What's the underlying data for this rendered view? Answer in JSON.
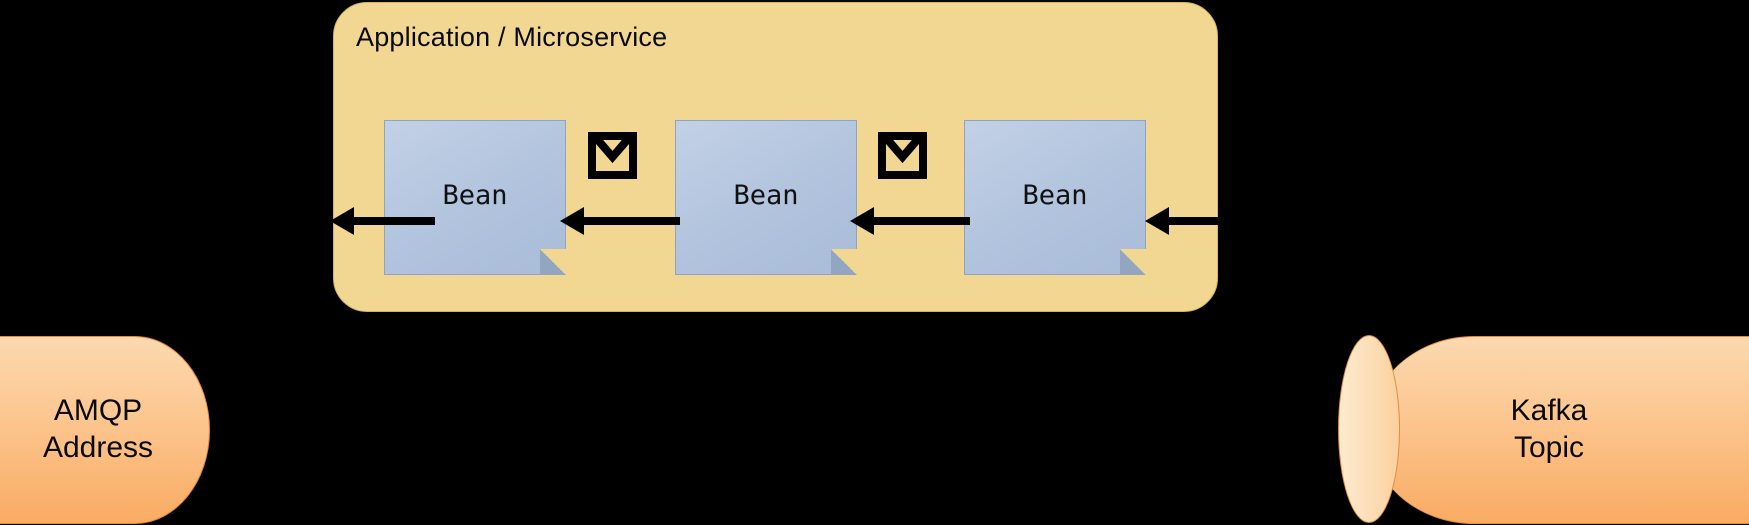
{
  "diagram": {
    "title": "Application / Microservice",
    "background_color": "#000000",
    "container": {
      "label": "Application / Microservice",
      "fill_color": "#f2d793",
      "border_color": "#d6b45f"
    },
    "beans": [
      {
        "label": "Bean",
        "fill_color": "#b1c3dd"
      },
      {
        "label": "Bean",
        "fill_color": "#b1c3dd"
      },
      {
        "label": "Bean",
        "fill_color": "#b1c3dd"
      }
    ],
    "icons": [
      {
        "name": "envelope-icon",
        "meaning": "message"
      },
      {
        "name": "envelope-icon",
        "meaning": "message"
      }
    ],
    "arrows": [
      {
        "name": "arrow-into-amqp",
        "direction": "left",
        "color": "#000000"
      },
      {
        "name": "arrow-bean2-to-bean1",
        "direction": "left",
        "color": "#000000"
      },
      {
        "name": "arrow-bean3-to-bean2",
        "direction": "left",
        "color": "#000000"
      },
      {
        "name": "arrow-kafka-to-bean3",
        "direction": "left",
        "color": "#000000"
      }
    ],
    "endpoints": [
      {
        "name": "amqp-address",
        "line1": "AMQP",
        "line2": "Address",
        "shape": "cylinder",
        "fill_color": "#fcc48c",
        "border_color": "#e08c3c"
      },
      {
        "name": "kafka-topic",
        "line1": "Kafka",
        "line2": "Topic",
        "shape": "cylinder",
        "fill_color": "#fcc48c",
        "border_color": "#e08c3c"
      }
    ]
  }
}
